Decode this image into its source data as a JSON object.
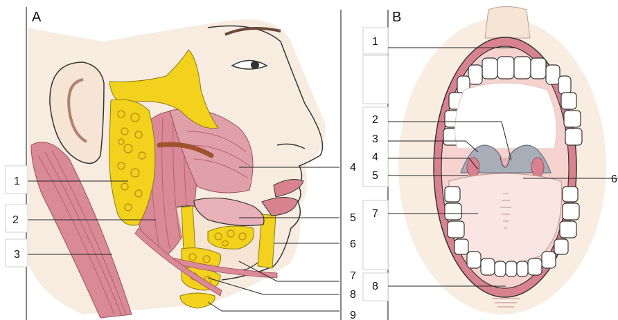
{
  "panels": {
    "a": {
      "letter": "A",
      "labels_left": [
        "1",
        "2",
        "3"
      ],
      "labels_right": [
        "4",
        "5",
        "6",
        "7",
        "8",
        "9"
      ]
    },
    "b": {
      "letter": "B",
      "labels_left": [
        "1",
        "2",
        "3",
        "4",
        "5",
        "7",
        "8"
      ],
      "labels_right": [
        "6"
      ]
    }
  },
  "colors": {
    "skin": "#f3dcc6",
    "muscle": "#d98a96",
    "muscle_dark": "#b8606f",
    "gland": "#f2d21c",
    "gland_dot": "#b98a12",
    "lip": "#d9828f",
    "mucosa": "#f6d3cf",
    "tonsil_area": "#a8aeb8",
    "tooth": "#ffffff",
    "line": "#222222"
  }
}
